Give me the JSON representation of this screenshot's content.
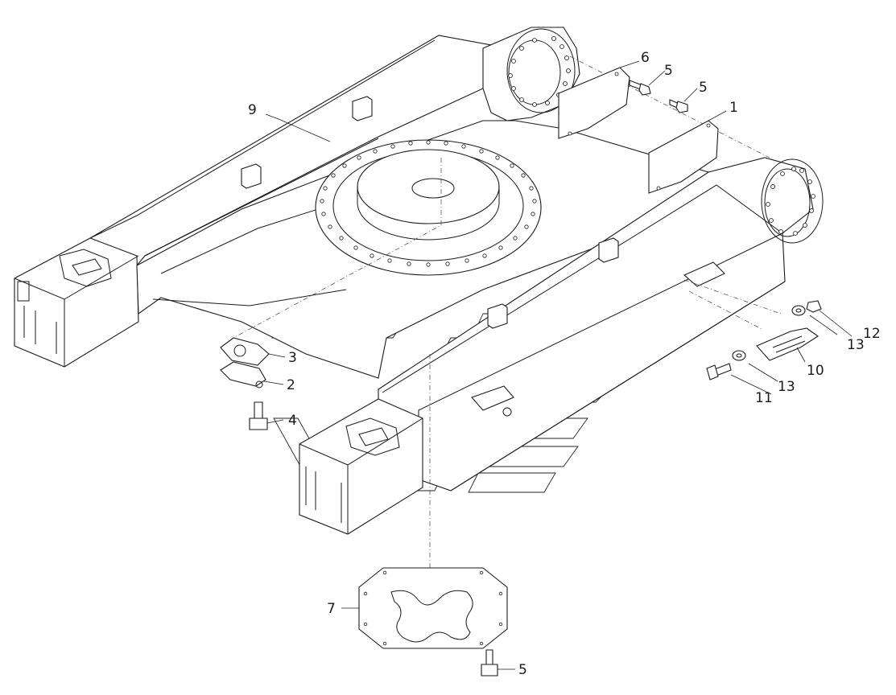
{
  "diagram": {
    "callouts": [
      {
        "id": "c1",
        "text": "1"
      },
      {
        "id": "c2",
        "text": "2"
      },
      {
        "id": "c3",
        "text": "3"
      },
      {
        "id": "c4",
        "text": "4"
      },
      {
        "id": "c5a",
        "text": "5"
      },
      {
        "id": "c5b",
        "text": "5"
      },
      {
        "id": "c5c",
        "text": "5"
      },
      {
        "id": "c6",
        "text": "6"
      },
      {
        "id": "c7",
        "text": "7"
      },
      {
        "id": "c9",
        "text": "9"
      },
      {
        "id": "c10",
        "text": "10"
      },
      {
        "id": "c11",
        "text": "11"
      },
      {
        "id": "c12",
        "text": "12"
      },
      {
        "id": "c13a",
        "text": "13"
      },
      {
        "id": "c13b",
        "text": "13"
      }
    ],
    "line_color": "#1a1a1a",
    "background": "#ffffff"
  }
}
